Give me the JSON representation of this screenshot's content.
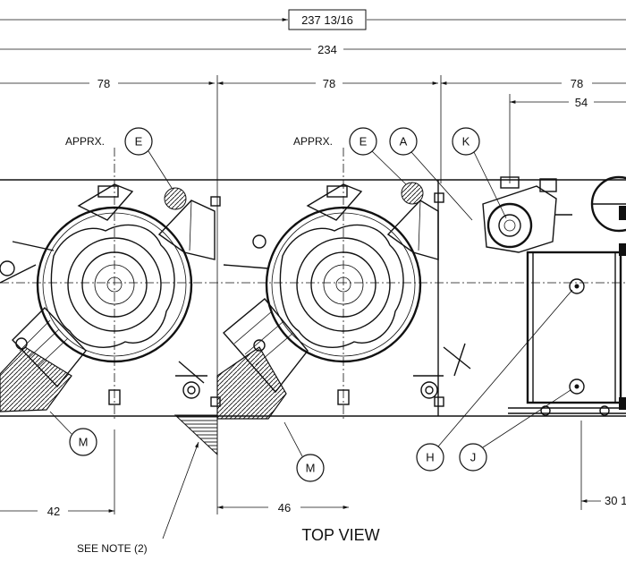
{
  "dimensions": {
    "overall_boxed": "237 13/16",
    "overall": "234",
    "bay_1": "78",
    "bay_2": "78",
    "bay_3": "78",
    "sub_54": "54",
    "offset_42": "42",
    "offset_46": "46",
    "offset_30": "30 1"
  },
  "labels": {
    "approx_1": "APPRX.",
    "approx_2": "APPRX.",
    "see_note": "SEE NOTE (2)",
    "view_title": "TOP VIEW"
  },
  "callouts": {
    "e1": "E",
    "e2": "E",
    "a": "A",
    "k": "K",
    "m1": "M",
    "m2": "M",
    "h": "H",
    "j": "J"
  }
}
